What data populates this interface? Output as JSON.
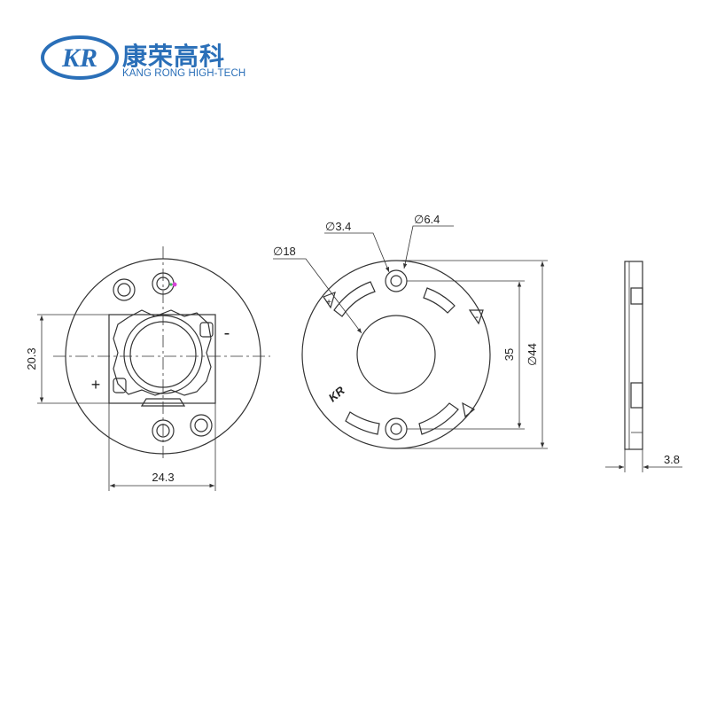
{
  "logo": {
    "mark": "KR",
    "company_cn": "康荣高科",
    "company_en": "KANG RONG HIGH-TECH",
    "color": "#2a6fb8"
  },
  "front_view": {
    "dim_height": "20.3",
    "dim_width": "24.3",
    "polarity_plus": "+",
    "polarity_minus": "-"
  },
  "back_view": {
    "dim_hole_small": "∅3.4",
    "dim_hole_large": "∅6.4",
    "dim_center_bore": "∅18",
    "dim_hole_spacing": "35",
    "dim_outer_diameter": "∅44",
    "brand_mark": "KR",
    "polarity_plus": "+",
    "polarity_minus": "-"
  },
  "side_view": {
    "dim_thickness": "3.8"
  }
}
